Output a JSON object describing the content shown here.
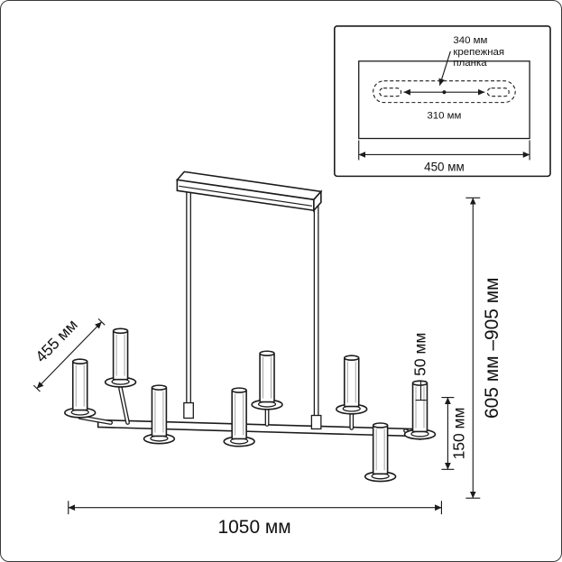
{
  "meta": {
    "ink_color": "#1c1c1c",
    "background_color": "#ffffff",
    "subject": "linear chandelier dimension drawing"
  },
  "dims": {
    "overall_width": "1050 мм",
    "height_range": "605 мм –905 мм",
    "lower_segment": "150 мм",
    "socket_height": "50 мм",
    "arm_reach": "455 мм"
  },
  "inset": {
    "plate_length": "340 мм",
    "bracket_line1": "крепежная",
    "bracket_line2": "планка",
    "hole_spacing": "310 мм",
    "plate_width": "450 мм"
  }
}
